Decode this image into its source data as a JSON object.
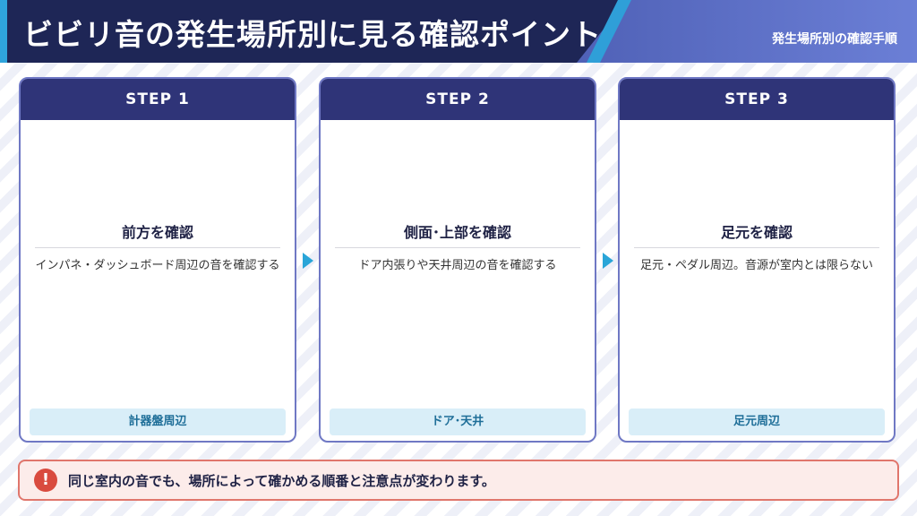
{
  "header": {
    "title": "ビビリ音の発生場所別に見る確認ポイント",
    "subtitle": "発生場所別の確認手順"
  },
  "steps": [
    {
      "label": "STEP 1",
      "title": "前方を確認",
      "description": "インパネ・ダッシュボード周辺の音を確認する",
      "tag": "計器盤周辺"
    },
    {
      "label": "STEP 2",
      "title": "側面･上部を確認",
      "description": "ドア内張りや天井周辺の音を確認する",
      "tag": "ドア･天井"
    },
    {
      "label": "STEP 3",
      "title": "足元を確認",
      "description": "足元・ペダル周辺。音源が室内とは限らない",
      "tag": "足元周辺"
    }
  ],
  "notice": {
    "icon": "exclamation-icon",
    "text": "同じ室内の音でも、場所によって確かめる順番と注意点が変わります。"
  },
  "colors": {
    "header_dark": "#1e2656",
    "header_light": "#6b7fd6",
    "accent": "#2aa5d8",
    "card_head": "#2f3478",
    "card_border": "#6f78c4",
    "tag_bg": "#d9eef8",
    "tag_text": "#1e6e98",
    "notice_bg": "#fcecea",
    "notice_border": "#e0766c",
    "notice_icon": "#d94b3f"
  }
}
